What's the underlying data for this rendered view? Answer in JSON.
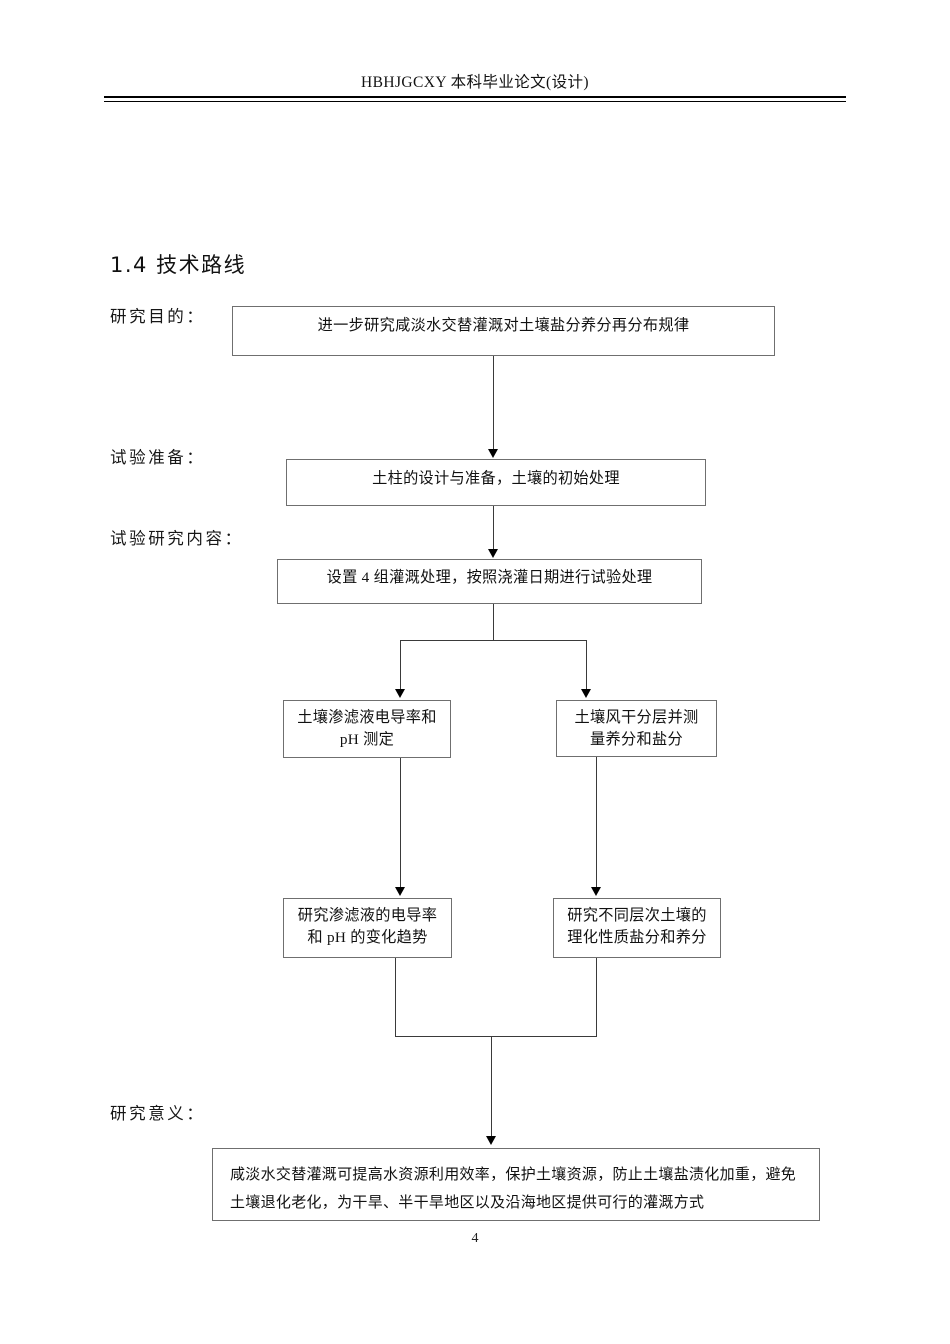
{
  "page": {
    "header_text": "HBHJGCXY 本科毕业论文(设计)",
    "page_number": "4"
  },
  "section": {
    "heading": "1.4 技术路线"
  },
  "flowchart": {
    "stages": [
      {
        "label": "研究目的："
      },
      {
        "label": "试验准备："
      },
      {
        "label": "试验研究内容："
      },
      {
        "label": "研究意义："
      }
    ],
    "nodes": [
      {
        "id": "purpose",
        "text": "进一步研究咸淡水交替灌溉对土壤盐分养分再分布规律"
      },
      {
        "id": "preparation",
        "text": "土柱的设计与准备，土壤的初始处理"
      },
      {
        "id": "treatments",
        "text": "设置 4 组灌溉处理，按照浇灌日期进行试验处理"
      },
      {
        "id": "percolate-ec-ph",
        "text": "土壤渗滤液电导率和\npH 测定"
      },
      {
        "id": "air-dry-layers",
        "text": "土壤风干分层并测\n量养分和盐分"
      },
      {
        "id": "percolate-trend",
        "text": "研究渗滤液的电导率\n和 pH 的变化趋势"
      },
      {
        "id": "layer-properties",
        "text": "研究不同层次土壤的\n理化性质盐分和养分"
      },
      {
        "id": "significance",
        "text": "咸淡水交替灌溉可提高水资源利用效率，保护土壤资源，防止土壤盐渍化加重，避免土壤退化老化，为干旱、半干旱地区以及沿海地区提供可行的灌溉方式"
      }
    ]
  }
}
